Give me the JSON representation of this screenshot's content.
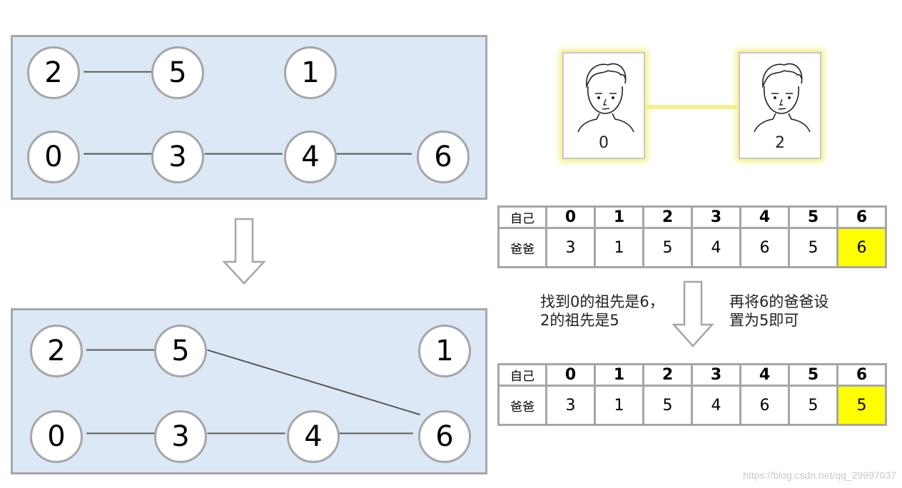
{
  "graph_before": {
    "nodes": [
      {
        "id": "2",
        "label": "2"
      },
      {
        "id": "5",
        "label": "5"
      },
      {
        "id": "1",
        "label": "1"
      },
      {
        "id": "0",
        "label": "0"
      },
      {
        "id": "3",
        "label": "3"
      },
      {
        "id": "4",
        "label": "4"
      },
      {
        "id": "6",
        "label": "6"
      }
    ],
    "edges": [
      [
        "2",
        "5"
      ],
      [
        "0",
        "3"
      ],
      [
        "3",
        "4"
      ],
      [
        "4",
        "6"
      ]
    ]
  },
  "graph_after": {
    "nodes": [
      {
        "id": "2",
        "label": "2"
      },
      {
        "id": "5",
        "label": "5"
      },
      {
        "id": "1",
        "label": "1"
      },
      {
        "id": "0",
        "label": "0"
      },
      {
        "id": "3",
        "label": "3"
      },
      {
        "id": "4",
        "label": "4"
      },
      {
        "id": "6",
        "label": "6"
      }
    ],
    "edges": [
      [
        "2",
        "5"
      ],
      [
        "0",
        "3"
      ],
      [
        "3",
        "4"
      ],
      [
        "4",
        "6"
      ],
      [
        "5",
        "6"
      ]
    ]
  },
  "persons": {
    "left": "0",
    "right": "2"
  },
  "table_before": {
    "self_label": "自己",
    "parent_label": "爸爸",
    "self": [
      "0",
      "1",
      "2",
      "3",
      "4",
      "5",
      "6"
    ],
    "parent": [
      "3",
      "1",
      "5",
      "4",
      "6",
      "5",
      "6"
    ],
    "highlight_index": 6
  },
  "table_after": {
    "self_label": "自己",
    "parent_label": "爸爸",
    "self": [
      "0",
      "1",
      "2",
      "3",
      "4",
      "5",
      "6"
    ],
    "parent": [
      "3",
      "1",
      "5",
      "4",
      "6",
      "5",
      "5"
    ],
    "highlight_index": 6
  },
  "notes": {
    "left": "找到0的祖先是6，\n2的祖先是5",
    "right": "再将6的爸爸设\n置为5即可"
  },
  "watermark": "https://blog.csdn.net/qq_29997037",
  "colors": {
    "box_bg": "#dce8f5",
    "border": "#a6a6a6",
    "highlight": "#ffff00",
    "glow": "#f2f08a"
  }
}
